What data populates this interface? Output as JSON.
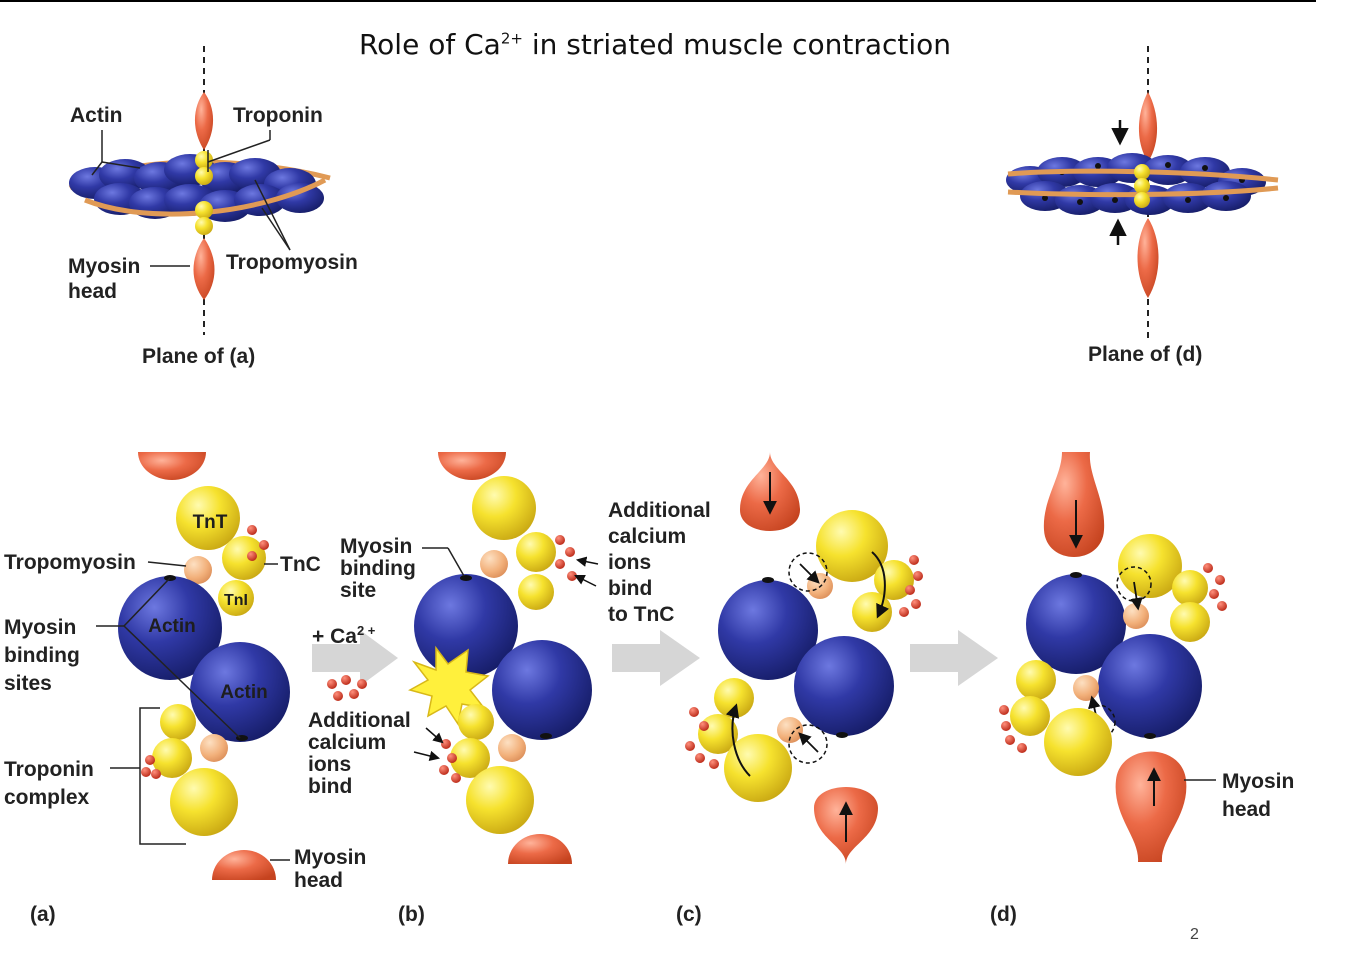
{
  "title": {
    "text": "Role of Ca",
    "superscript": "2+",
    "suffix": " in striated muscle contraction"
  },
  "overview": {
    "left": {
      "actin": "Actin",
      "troponin": "Troponin",
      "myosin_head": "Myosin\nhead",
      "tropomyosin": "Tropomyosin",
      "plane": "Plane of (a)"
    },
    "right": {
      "plane": "Plane of (d)"
    }
  },
  "panel_a": {
    "label": "(a)",
    "tnt": "TnT",
    "tnc": "TnC",
    "tni": "TnI",
    "tropomyosin": "Tropomyosin",
    "myosin_binding_sites": "Myosin\nbinding\nsites",
    "actin_top": "Actin",
    "actin_bottom": "Actin",
    "troponin_complex": "Troponin\ncomplex",
    "myosin_head": "Myosin\nhead"
  },
  "panel_b": {
    "label": "(b)",
    "ca_plus": "+ Ca",
    "ca_sup": "2 +",
    "myosin_binding_site": "Myosin\nbinding\nsite",
    "additional_calcium": "Additional\ncalcium\nions\nbind"
  },
  "panel_c": {
    "label": "(c)",
    "additional_calcium_tnc": "Additional\ncalcium\nions\nbind\nto TnC"
  },
  "panel_d": {
    "label": "(d)",
    "myosin_head": "Myosin\nhead"
  },
  "page_number": "2",
  "colors": {
    "actin": "#2c37a0",
    "troponin": "#f2df28",
    "myosin": "#e8593a",
    "tropomyosin": "#f2b07a",
    "calcium": "#c62a1c",
    "arrow": "#d6d6d6"
  }
}
